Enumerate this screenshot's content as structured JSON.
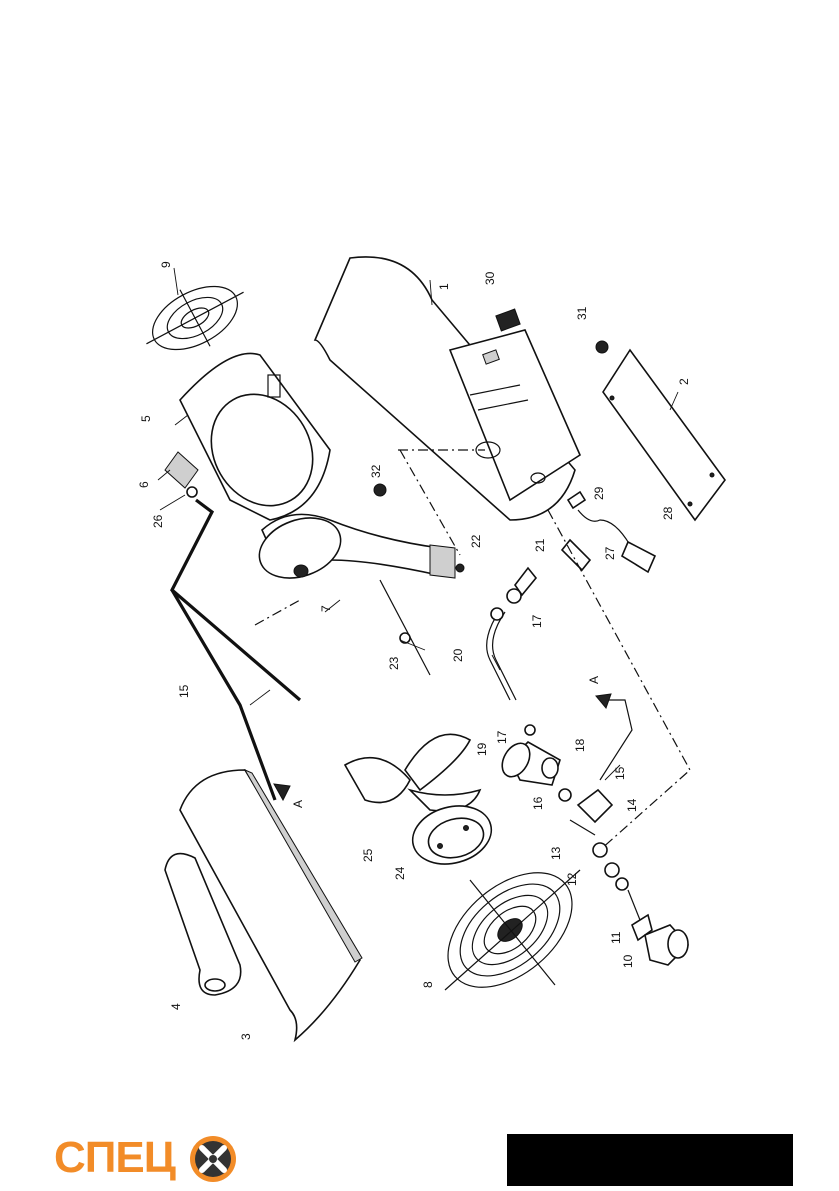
{
  "brand": {
    "logo_text": "СПЕЦ",
    "logo_color": "#f28c28",
    "logo_icon": "wrench-cross-icon"
  },
  "diagram": {
    "callouts": [
      "1",
      "2",
      "3",
      "4",
      "5",
      "6",
      "7",
      "8",
      "9",
      "10",
      "11",
      "12",
      "13",
      "14",
      "15",
      "15",
      "16",
      "17",
      "17",
      "18",
      "19",
      "20",
      "21",
      "22",
      "23",
      "24",
      "25",
      "26",
      "27",
      "28",
      "29",
      "30",
      "31",
      "32"
    ],
    "letters": [
      "A",
      "A"
    ]
  },
  "colors": {
    "line": "#111111",
    "page": "#ffffff",
    "footer_box": "#000000"
  }
}
